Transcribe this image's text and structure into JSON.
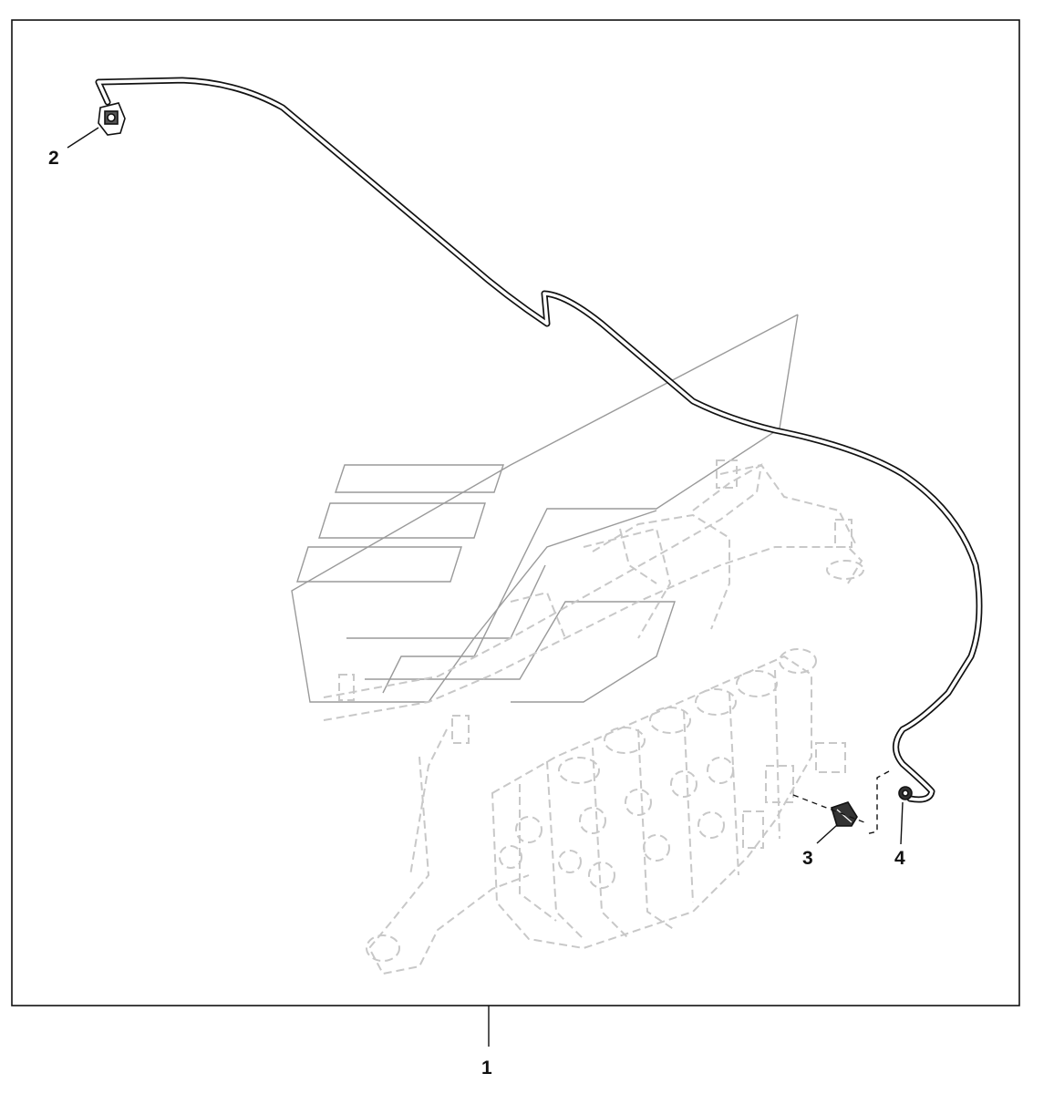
{
  "diagram": {
    "callouts": [
      {
        "id": "1",
        "label": "1",
        "part": "hose-assembly"
      },
      {
        "id": "2",
        "label": "2",
        "part": "upper-fitting"
      },
      {
        "id": "3",
        "label": "3",
        "part": "adapter-fitting"
      },
      {
        "id": "4",
        "label": "4",
        "part": "o-ring-seal"
      }
    ],
    "colors": {
      "line": "#111111",
      "ghost": "#c8c8c8",
      "watermark": "#9a9a9a"
    }
  }
}
